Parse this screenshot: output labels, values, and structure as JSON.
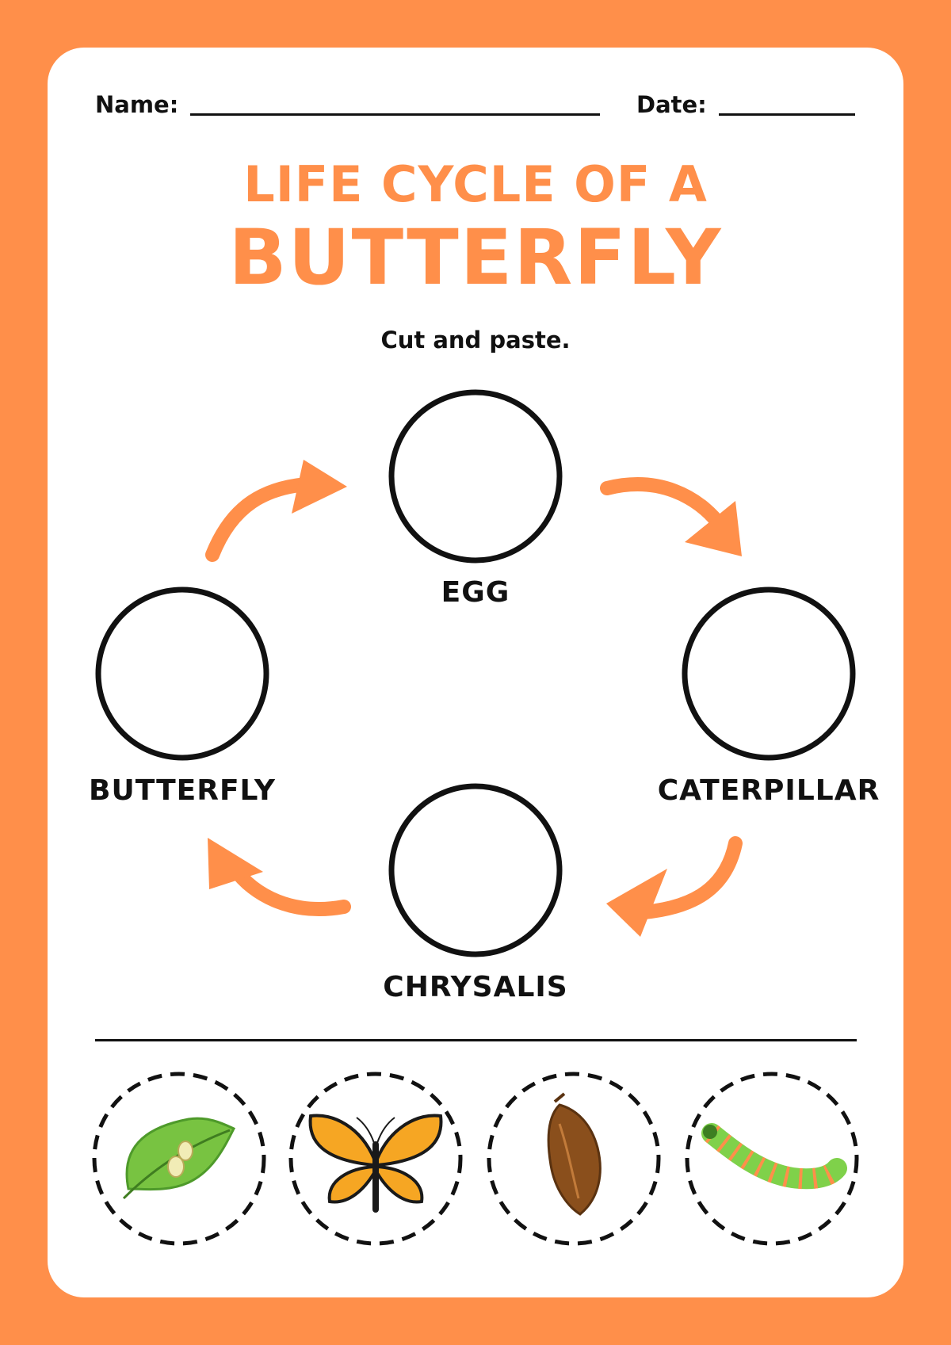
{
  "header": {
    "name_label": "Name:",
    "date_label": "Date:"
  },
  "title": {
    "line1": "LIFE CYCLE OF A",
    "line2": "BUTTERFLY"
  },
  "instruction": "Cut and paste.",
  "stages": {
    "egg": "EGG",
    "caterpillar": "CATERPILLAR",
    "chrysalis": "CHRYSALIS",
    "butterfly": "BUTTERFLY"
  },
  "cutouts": [
    "leaf-with-eggs",
    "monarch-butterfly",
    "chrysalis",
    "caterpillar"
  ],
  "colors": {
    "accent": "#ff8f4a",
    "ink": "#111111",
    "paper": "#ffffff"
  }
}
